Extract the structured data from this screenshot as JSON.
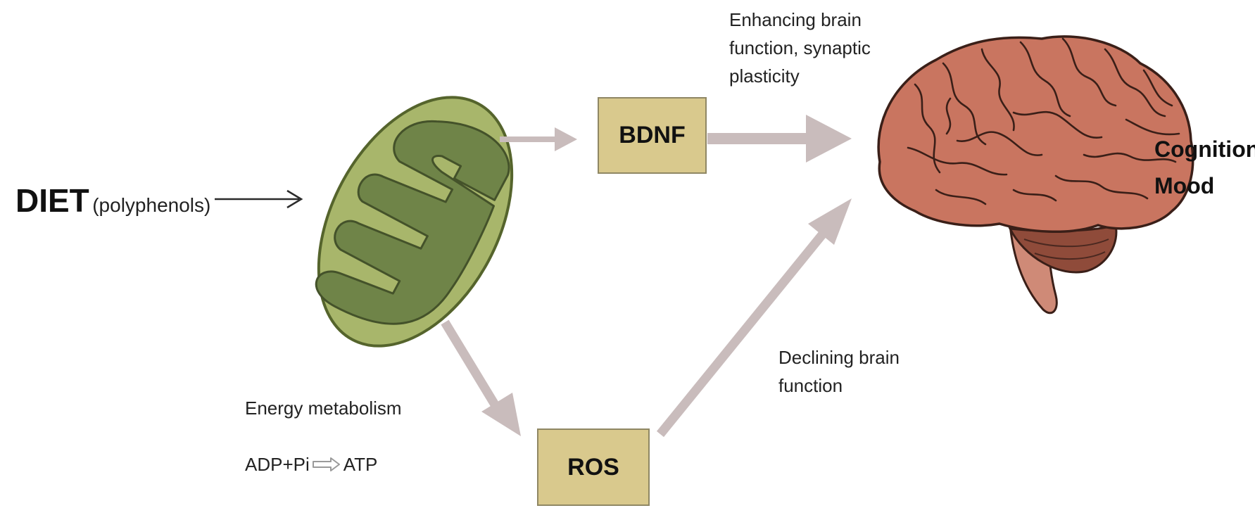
{
  "input": {
    "name": "DIET",
    "detail": "(polyphenols)"
  },
  "nodes": {
    "bdnf": "BDNF",
    "ros": "ROS"
  },
  "annotations": {
    "positive": "Enhancing brain\nfunction, synaptic\nplasticity",
    "negative": "Declining brain\nfunction",
    "energy_title": "Energy metabolism",
    "energy_reactants": "ADP+Pi",
    "energy_product": "ATP"
  },
  "outcomes": {
    "text": "Cognition\nMood"
  },
  "icons": {
    "mitochondrion": "mitochondrion-icon",
    "brain": "brain-icon"
  },
  "colors": {
    "box_fill": "#d9c98d",
    "arrow": "#c9bcbc",
    "mito_outer": "#a8b66b",
    "mito_inner": "#6f8448",
    "brain": "#c97560",
    "cerebellum": "#8f4b3a"
  }
}
